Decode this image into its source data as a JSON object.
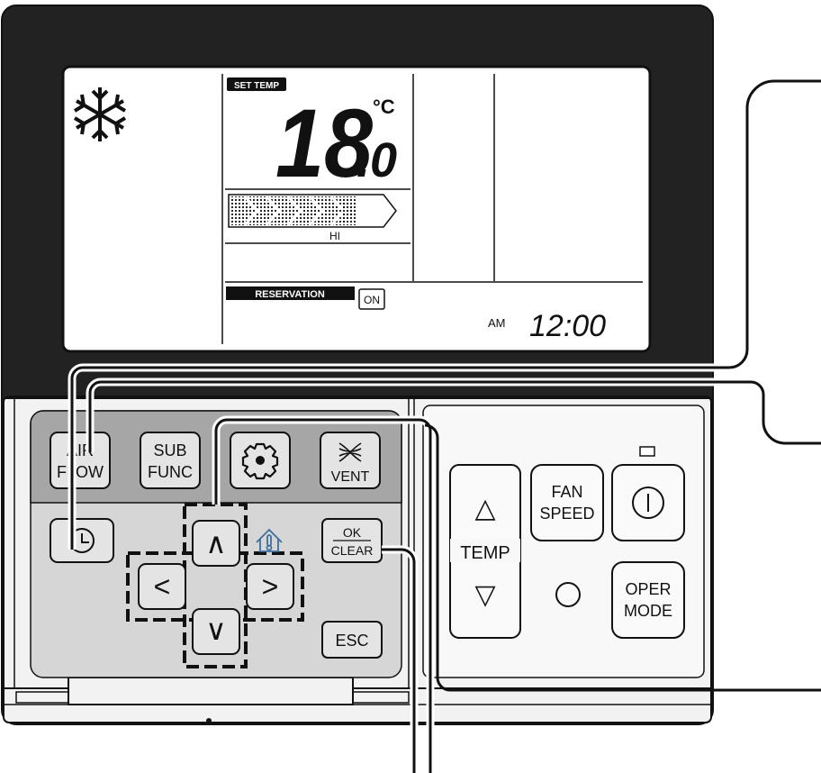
{
  "lcd": {
    "mode_icon": "cooling-snowflake-icon",
    "set_temp_label": "SET TEMP",
    "temperature": "18",
    "temperature_decimal": ".0",
    "unit": "°C",
    "fan_speed_label": "HI",
    "fan_speed_level": 0.7,
    "reservation_label": "RESERVATION",
    "reservation_status": "ON",
    "ampm": "AM",
    "clock": "12:00"
  },
  "left_buttons": {
    "air_flow_line1": "AIR",
    "air_flow_line2": "FLOW",
    "sub_func_line1": "SUB",
    "sub_func_line2": "FUNC",
    "settings_icon": "gear-icon",
    "vent_icon": "vent-icon",
    "vent_label": "VENT",
    "timer_icon": "clock-icon",
    "up_arrow": "∧",
    "down_arrow": "∨",
    "left_arrow": "<",
    "right_arrow": ">",
    "home_temp_icon": "house-thermometer-icon",
    "ok_label": "OK",
    "clear_label": "CLEAR",
    "esc_label": "ESC"
  },
  "right_buttons": {
    "temp_up": "△",
    "temp_label": "TEMP",
    "temp_down": "▽",
    "fan_speed_line1": "FAN",
    "fan_speed_line2": "SPEED",
    "power_icon": "power-icon",
    "oper_mode_line1": "OPER",
    "oper_mode_line2": "MODE"
  }
}
